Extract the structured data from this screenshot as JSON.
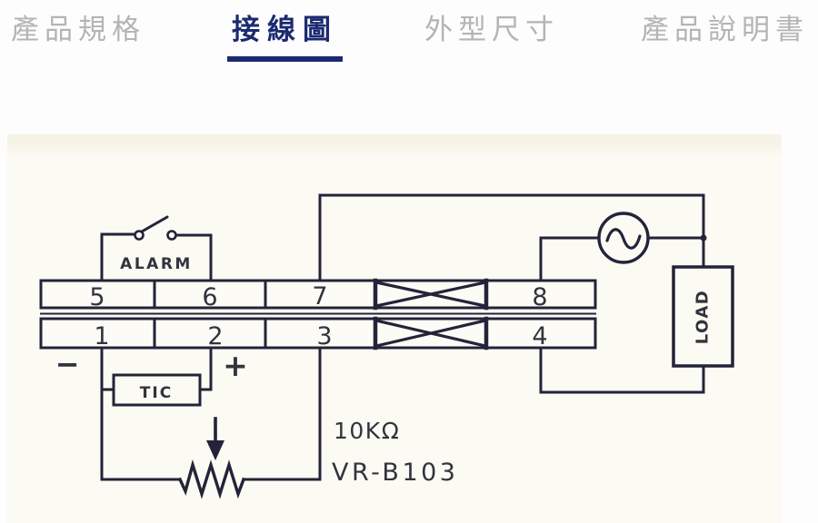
{
  "tabs": {
    "items": [
      {
        "label": "產品規格",
        "active": false
      },
      {
        "label": "接線圖",
        "active": true
      },
      {
        "label": "外型尺寸",
        "active": false
      },
      {
        "label": "產品說明書",
        "active": false
      }
    ],
    "active_color": "#1b2a70",
    "inactive_color": "#b4b4b4"
  },
  "diagram": {
    "terminals_top": [
      "5",
      "6",
      "7",
      "8"
    ],
    "terminals_bottom": [
      "1",
      "2",
      "3",
      "4"
    ],
    "labels": {
      "alarm": "ALARM",
      "tic": "TIC",
      "load": "LOAD",
      "minus": "−",
      "plus": "+",
      "resistance": "10KΩ",
      "part_number": "VR-B103"
    },
    "icons": {
      "alarm_switch": "spst-switch-icon",
      "ac_source": "ac-source-sine-icon",
      "potentiometer": "resistor-zigzag-icon",
      "wiper": "down-arrow-icon",
      "crossed_cells": "x-crossed-terminal-icon"
    },
    "ink_color": "#23233a",
    "scan_background": "#fbfaf3"
  }
}
